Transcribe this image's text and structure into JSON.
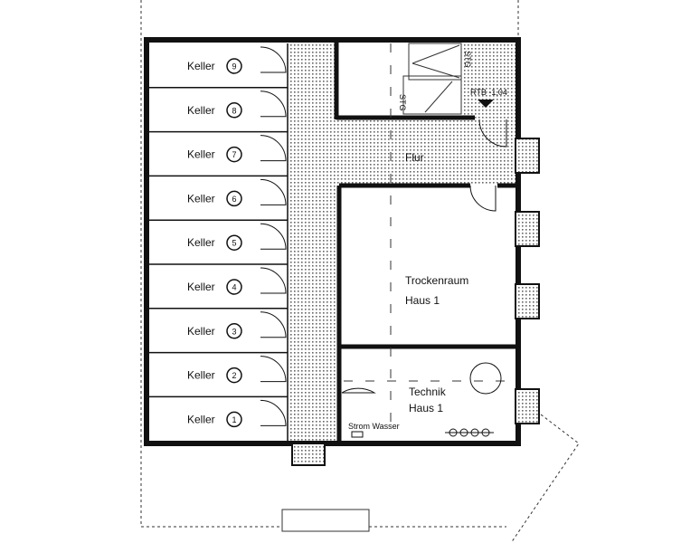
{
  "keller_label": "Keller",
  "keller_numbers": [
    "9",
    "8",
    "7",
    "6",
    "5",
    "4",
    "3",
    "2",
    "1"
  ],
  "rooms": {
    "flur": "Flur",
    "trocken_line1": "Trockenraum",
    "trocken_line2": "Haus 1",
    "technik_line1": "Technik",
    "technik_line2": "Haus 1"
  },
  "annotations": {
    "stair_top": "STG",
    "stair_bottom": "STG",
    "level": "RTB -1,04",
    "strom_wasser": "Strom Wasser"
  }
}
